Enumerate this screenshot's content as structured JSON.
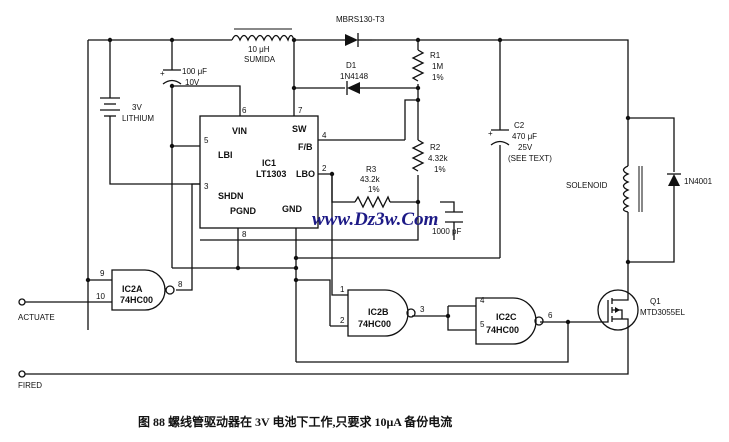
{
  "caption": "图 88   螺线管驱动器在 3V 电池下工作,只要求 10μA 备份电流",
  "watermark": "www.Dz3w.Com",
  "components": {
    "inductor": {
      "value": "10 μH",
      "maker": "SUMIDA"
    },
    "d2": {
      "part": "MBRS130-T3"
    },
    "d1": {
      "ref": "D1",
      "part": "1N4148"
    },
    "r1": {
      "ref": "R1",
      "value": "1M",
      "tol": "1%"
    },
    "r2": {
      "ref": "R2",
      "value": "4.32k",
      "tol": "1%"
    },
    "r3": {
      "ref": "R3",
      "value": "43.2k",
      "tol": "1%"
    },
    "c1": {
      "value": "100 μF",
      "voltage": "10V"
    },
    "c2": {
      "ref": "C2",
      "value": "470 μF",
      "voltage": "25V",
      "note": "(SEE TEXT)"
    },
    "c3": {
      "value": "1000 pF"
    },
    "battery": {
      "voltage": "3V",
      "type": "LITHIUM"
    },
    "ic1": {
      "ref": "IC1",
      "part": "LT1303",
      "pins": {
        "vin": "VIN",
        "sw": "SW",
        "lbi": "LBI",
        "fb": "F/B",
        "lbo": "LBO",
        "shdn": "SHDN",
        "pgnd": "PGND",
        "gnd": "GND"
      }
    },
    "ic2a": {
      "ref": "IC2A",
      "part": "74HC00"
    },
    "ic2b": {
      "ref": "IC2B",
      "part": "74HC00"
    },
    "ic2c": {
      "ref": "IC2C",
      "part": "74HC00"
    },
    "q1": {
      "ref": "Q1",
      "part": "MTD3055EL"
    },
    "d3": {
      "part": "1N4001"
    },
    "solenoid": {
      "label": "SOLENOID"
    }
  },
  "pin_numbers": {
    "vin": "6",
    "sw": "7",
    "lbi": "5",
    "fb": "4",
    "lbo": "2",
    "shdn": "3",
    "gnd": "8",
    "ic2a_in1": "9",
    "ic2a_in2": "10",
    "ic2a_out": "8",
    "ic2b_in1": "1",
    "ic2b_in2": "2",
    "ic2b_out": "3",
    "ic2c_in1": "4",
    "ic2c_in2": "5",
    "ic2c_out": "6"
  },
  "terminals": {
    "actuate": "ACTUATE",
    "fired": "FIRED"
  }
}
